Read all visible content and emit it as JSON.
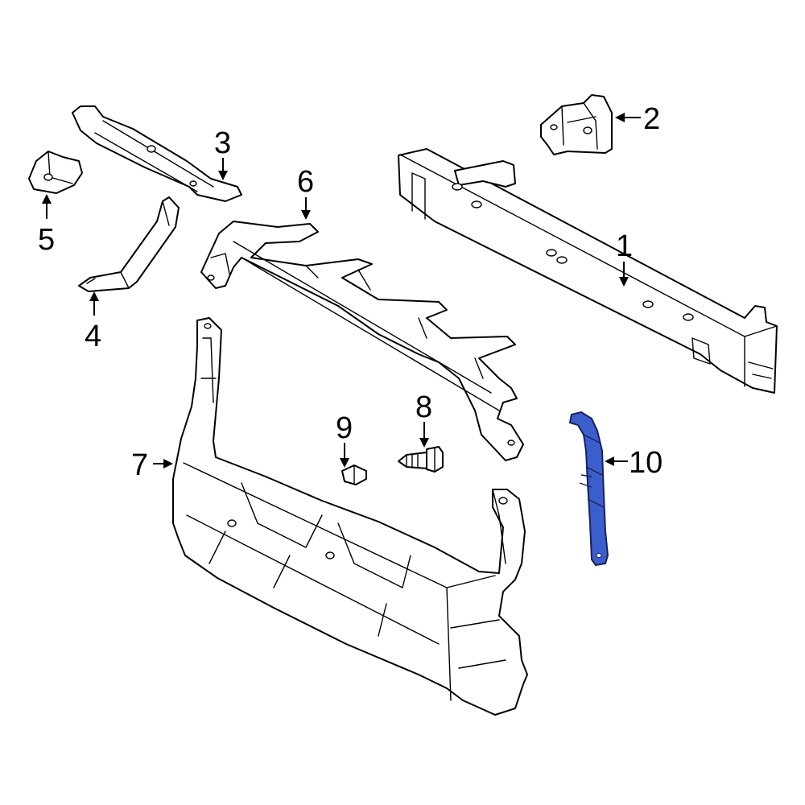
{
  "callouts": [
    {
      "id": "1",
      "label": "1"
    },
    {
      "id": "2",
      "label": "2"
    },
    {
      "id": "3",
      "label": "3"
    },
    {
      "id": "4",
      "label": "4"
    },
    {
      "id": "5",
      "label": "5"
    },
    {
      "id": "6",
      "label": "6"
    },
    {
      "id": "7",
      "label": "7"
    },
    {
      "id": "8",
      "label": "8"
    },
    {
      "id": "9",
      "label": "9"
    },
    {
      "id": "10",
      "label": "10"
    }
  ],
  "highlight_color": "#3a5fcd",
  "highlighted_part": "10"
}
